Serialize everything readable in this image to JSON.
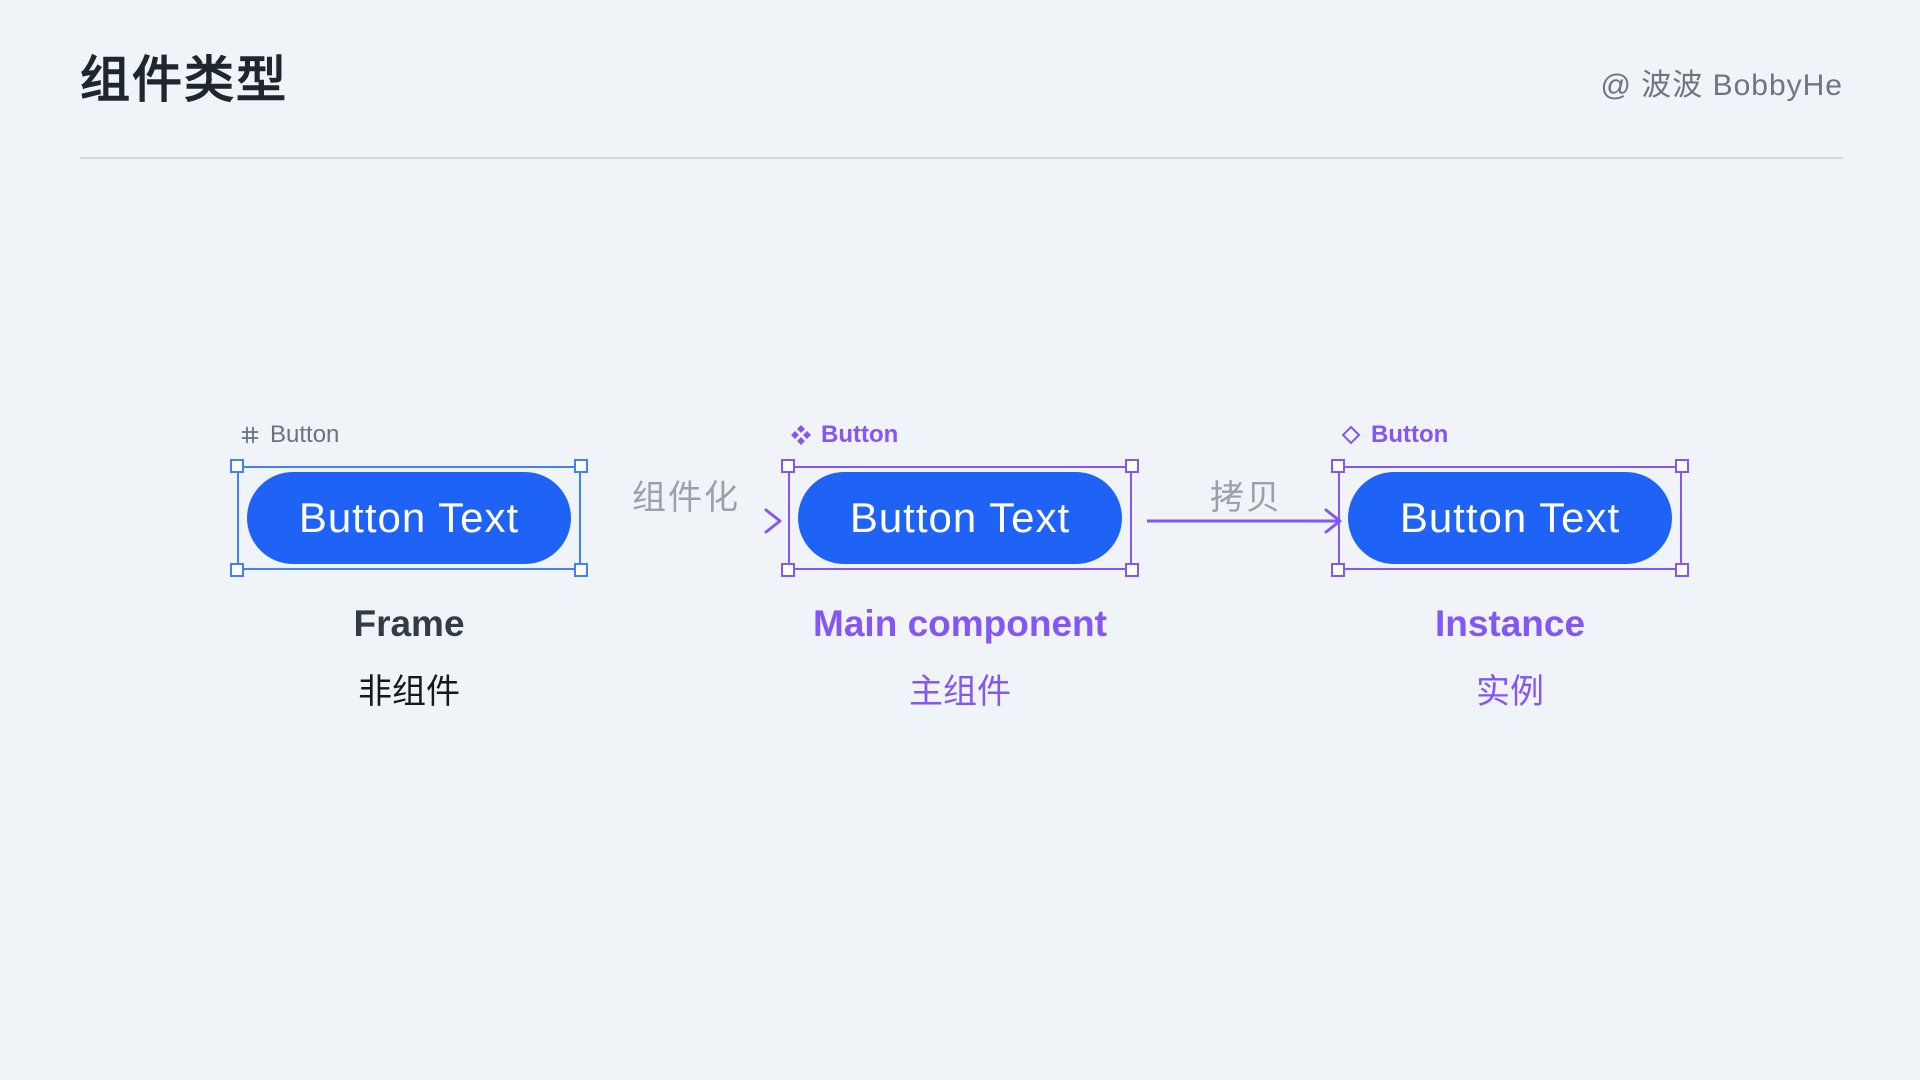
{
  "header": {
    "title": "组件类型",
    "attribution": "@ 波波 BobbyHe"
  },
  "colors": {
    "background": "#f0f4f8",
    "title_color": "#20262e",
    "attribution_color": "#6e7481",
    "divider_color": "#d3d8dd",
    "button_fill": "#1e63f5",
    "button_text_color": "#ffffff",
    "frame_accent": "#4381f6",
    "component_accent": "#8456f2",
    "gray_label": "#6a7280",
    "arrow_label_color": "#9aa1ab",
    "caption_dark": "#343b44",
    "caption_black": "#16181b"
  },
  "groups": [
    {
      "layer_icon": "frame-icon",
      "layer_label": "Button",
      "button_text": "Button Text",
      "caption_primary": "Frame",
      "caption_secondary": "非组件"
    },
    {
      "layer_icon": "main-component-icon",
      "layer_label": "Button",
      "button_text": "Button Text",
      "caption_primary": "Main component",
      "caption_secondary": "主组件"
    },
    {
      "layer_icon": "instance-icon",
      "layer_label": "Button",
      "button_text": "Button Text",
      "caption_primary": "Instance",
      "caption_secondary": "实例"
    }
  ],
  "arrows": [
    {
      "label": "组件化"
    },
    {
      "label": "拷贝"
    }
  ]
}
